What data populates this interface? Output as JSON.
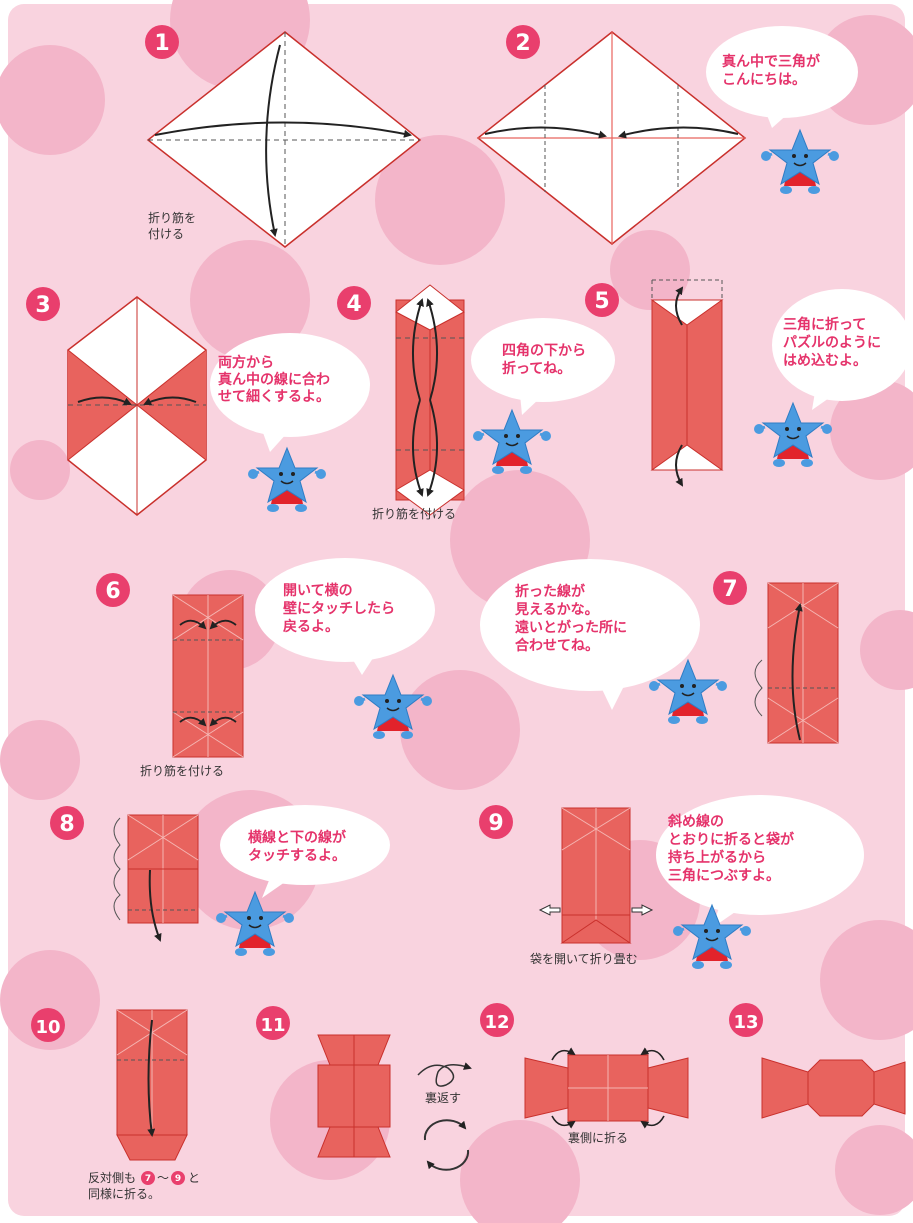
{
  "colors": {
    "background": "#f9d3df",
    "circle": "#f3b5c9",
    "badge": "#e93f6d",
    "paper_red": "#e8635e",
    "paper_dark": "#c9302c",
    "paper_white": "#ffffff",
    "bubble_text": "#e5336b",
    "star_blue": "#4b9be0",
    "star_dress": "#e2232b"
  },
  "icons": [
    "star-mascot-icon",
    "fold-arrow-icon",
    "flip-over-icon",
    "rotate-icon",
    "open-arrow-icon"
  ],
  "steps": [
    {
      "number": "1",
      "note": "折り筋を\n付ける"
    },
    {
      "number": "2",
      "bubble": "真ん中で三角が\nこんにちは。"
    },
    {
      "number": "3",
      "bubble": "両方から\n真ん中の線に合わ\nせて細くするよ。"
    },
    {
      "number": "4",
      "bubble": "四角の下から\n折ってね。",
      "note": "折り筋を付ける"
    },
    {
      "number": "5",
      "bubble": "三角に折って\nパズルのように\nはめ込むよ。"
    },
    {
      "number": "6",
      "bubble": "開いて横の\n壁にタッチしたら\n戻るよ。",
      "note": "折り筋を付ける"
    },
    {
      "number": "7",
      "bubble": "折った線が\n見えるかな。\n遠いとがった所に\n合わせてね。"
    },
    {
      "number": "8",
      "bubble": "横線と下の線が\nタッチするよ。"
    },
    {
      "number": "9",
      "bubble": "斜め線の\nとおりに折ると袋が\n持ち上がるから\n三角につぶすよ。",
      "note": "袋を開いて折り畳む"
    },
    {
      "number": "10",
      "note_prefix": "反対側も",
      "note_ref_a": "7",
      "note_mid": "〜",
      "note_ref_b": "9",
      "note_suffix": "と",
      "note_line2": "同様に折る。"
    },
    {
      "number": "11",
      "note": "裏返す"
    },
    {
      "number": "12",
      "note": "裏側に折る"
    },
    {
      "number": "13"
    }
  ]
}
